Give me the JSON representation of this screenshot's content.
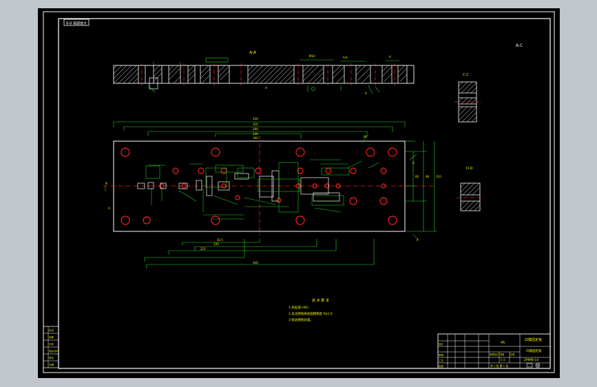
{
  "drawing": {
    "header_tag": "B-B 局部放大",
    "section_aa_label": "A-A",
    "section_cc_label": "C-C",
    "section_dd_label": "D-D",
    "corner_label": "A-C",
    "tech_req_title": "技 术 要 求",
    "tech_req_lines": [
      "1.热处理 HRC：",
      "2.未注倒角按表面粗糙度 Ra1.6",
      "3.锐边倒钝处理。"
    ],
    "dims": {
      "top_overall": "330",
      "top_sub1": "310",
      "top_sub2": "290",
      "top_sub3": "240",
      "top_sub4": "160",
      "bottom_1": "42.5",
      "bottom_2": "120",
      "bottom_3": "215",
      "bottom_4": "340",
      "right_1": "60",
      "right_2": "90",
      "right_3": "110"
    },
    "left_panel_rows": [
      "标记",
      "处数",
      "分区",
      "更改文件号",
      "签名",
      "日期"
    ],
    "title_block": {
      "material": "45",
      "title_line1": "凹模固定板",
      "title_line2": "凹模固定板",
      "drawing_no": "ZMMB-14",
      "scale": "1:1",
      "sheets": "共 1 张 第 1 张",
      "design_label": "设计",
      "check_label": "审核",
      "craft_label": "工艺",
      "approve_label": "批准",
      "stage_label": "阶段标记",
      "weight_label": "重量",
      "scale_label": "比例"
    }
  },
  "colors": {
    "background": "#000000",
    "paper": "#c2c6cd",
    "line_white": "#ffffff",
    "line_red": "#ff2020",
    "line_green": "#26d926",
    "text_yellow": "#f4f000",
    "line_cyan": "#33d1e0"
  }
}
